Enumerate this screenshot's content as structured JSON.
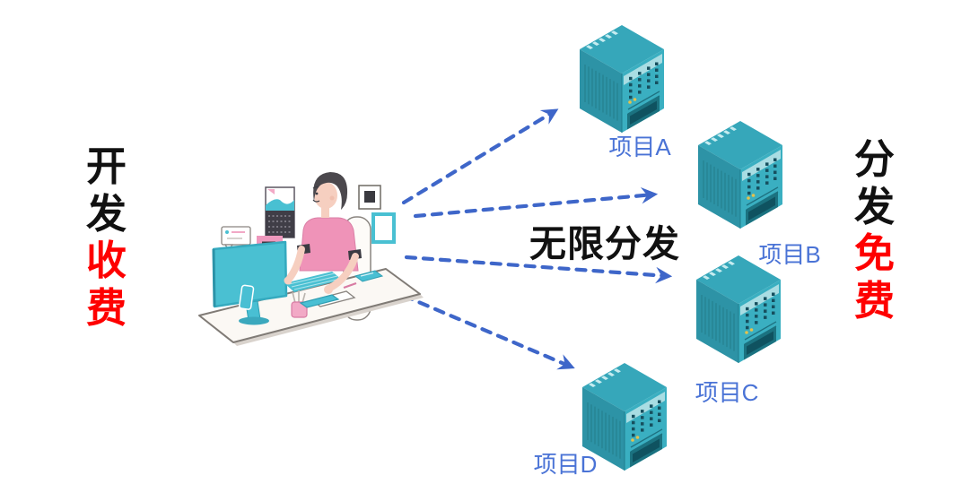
{
  "diagram": {
    "left_caption": {
      "top": "开发",
      "bottom": "收费"
    },
    "right_caption": {
      "top": "分发",
      "bottom": "免费"
    },
    "flow_label": "无限分发",
    "servers": [
      {
        "id": "A",
        "label": "项目A"
      },
      {
        "id": "B",
        "label": "项目B"
      },
      {
        "id": "C",
        "label": "项目C"
      },
      {
        "id": "D",
        "label": "项目D"
      }
    ],
    "arrows": {
      "count": 4,
      "style": "dashed",
      "targets": [
        "项目A",
        "项目B",
        "项目C",
        "项目D"
      ]
    }
  },
  "colors": {
    "background": "#ffffff",
    "text_black": "#111111",
    "highlight_red": "#fe0000",
    "server_label_blue": "#4a73d6",
    "arrow_blue": "#3e66c9",
    "server_top": "#36a7ba",
    "server_left": "#2d93a6",
    "server_right": "#3aafc1",
    "server_stripe": "#a9dde3",
    "illustration_pink": "#ef93b8",
    "illustration_teal": "#4ac0d2"
  },
  "icons": {
    "server": "server-tower-isometric-icon",
    "person": "developer-at-desk-illustration"
  }
}
